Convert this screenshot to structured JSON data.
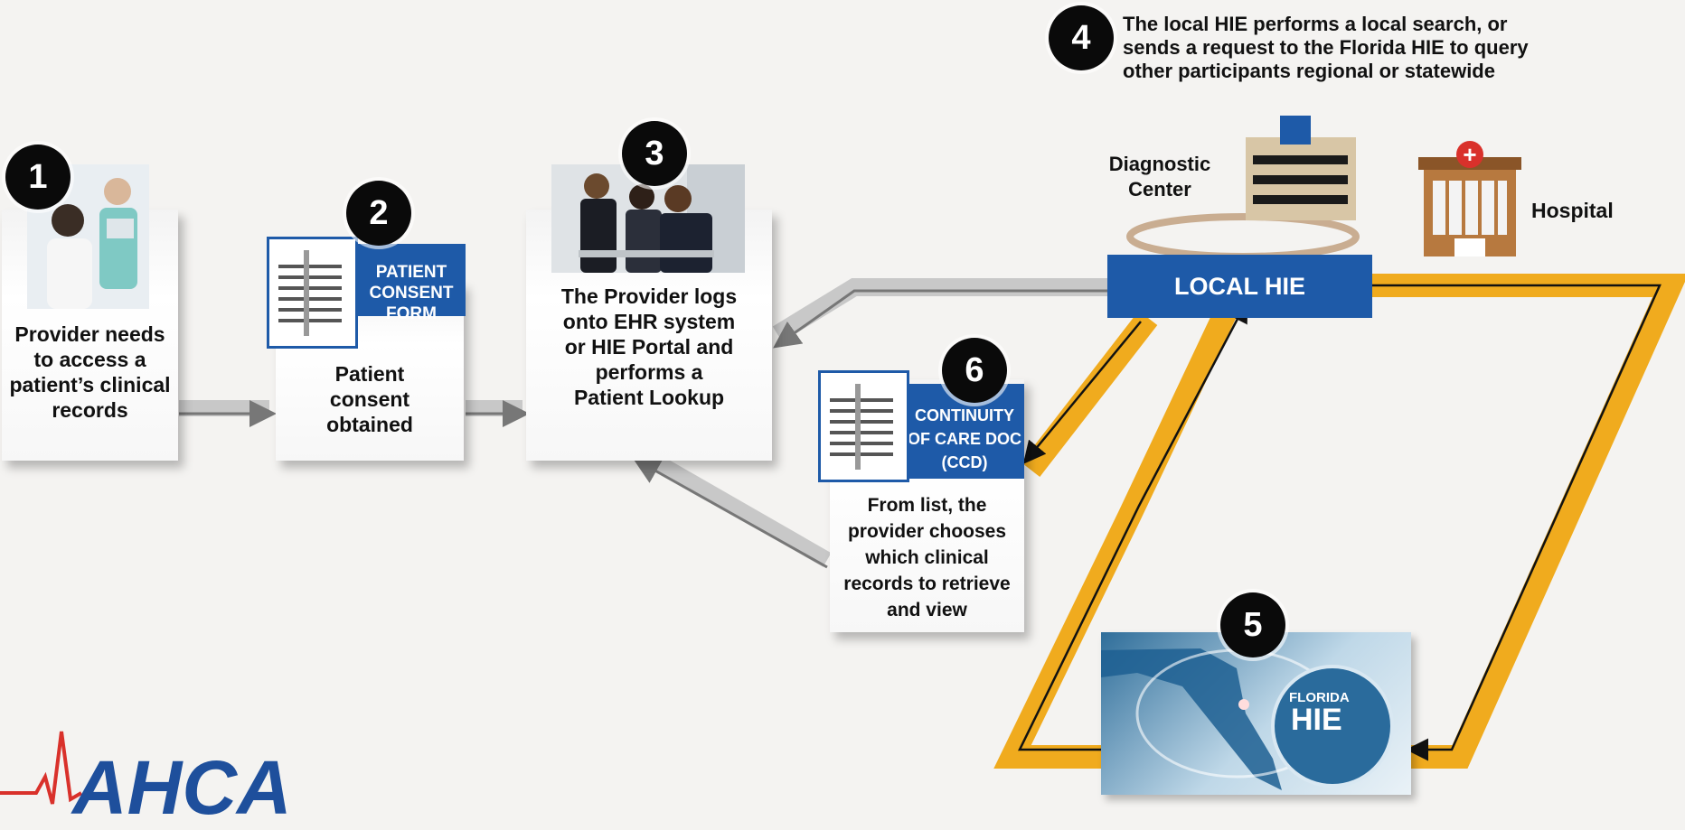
{
  "steps": {
    "step1": {
      "number": "1",
      "text": "Provider needs to access a patient’s clinical records"
    },
    "step2": {
      "number": "2",
      "form_label": "PATIENT CONSENT FORM",
      "text": "Patient consent obtained"
    },
    "step3": {
      "number": "3",
      "text": "The Provider logs onto EHR system or HIE Portal and performs a Patient Lookup"
    },
    "step4": {
      "number": "4",
      "text": "The local HIE performs a local search, or sends a request to the Florida HIE to query other participants regional or statewide"
    },
    "step5": {
      "number": "5"
    },
    "step6": {
      "number": "6",
      "form_label": "CONTINUITY OF CARE DOC (CCD)",
      "text": "From list, the provider chooses which clinical records to retrieve and view"
    }
  },
  "nodes": {
    "local_hie": "LOCAL HIE",
    "diagnostic_center": "Diagnostic Center",
    "hospital": "Hospital",
    "florida_hie_logo_top": "FLORIDA",
    "florida_hie_logo_main": "HIE"
  },
  "logo": {
    "text": "AHCA"
  },
  "colors": {
    "accent_blue": "#1e5aa8",
    "flow_orange": "#f0ab1e",
    "badge": "#0a0a0a"
  }
}
